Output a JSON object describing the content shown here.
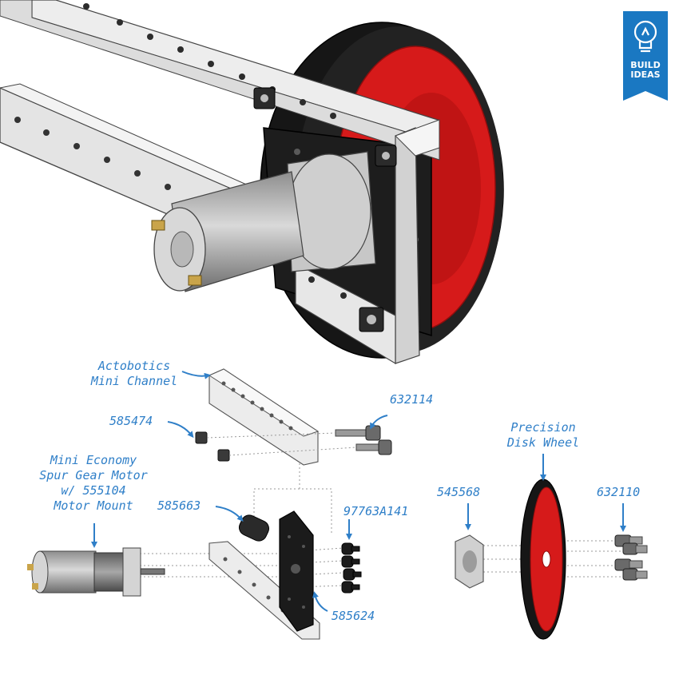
{
  "badge": {
    "line1": "BUILD",
    "line2": "IDEAS",
    "icon": "lightbulb-icon",
    "color": "#1a78c2"
  },
  "labels": {
    "channel": {
      "line1": "Actobotics",
      "line2": "Mini Channel"
    },
    "motor": {
      "line1": "Mini Economy",
      "line2": "Spur Gear Motor",
      "line3": "w/ 555104",
      "line4": "Motor Mount"
    },
    "wheel": {
      "line1": "Precision",
      "line2": "Disk Wheel"
    }
  },
  "parts": {
    "p632114": "632114",
    "p585474": "585474",
    "p585663": "585663",
    "p97763A141": "97763A141",
    "p585624": "585624",
    "p545568": "545568",
    "p632110": "632110"
  },
  "colors": {
    "label": "#2f7fc8",
    "wheel_red": "#d61a1a",
    "tire": "#161616",
    "aluminum": "#e6e6e6"
  }
}
